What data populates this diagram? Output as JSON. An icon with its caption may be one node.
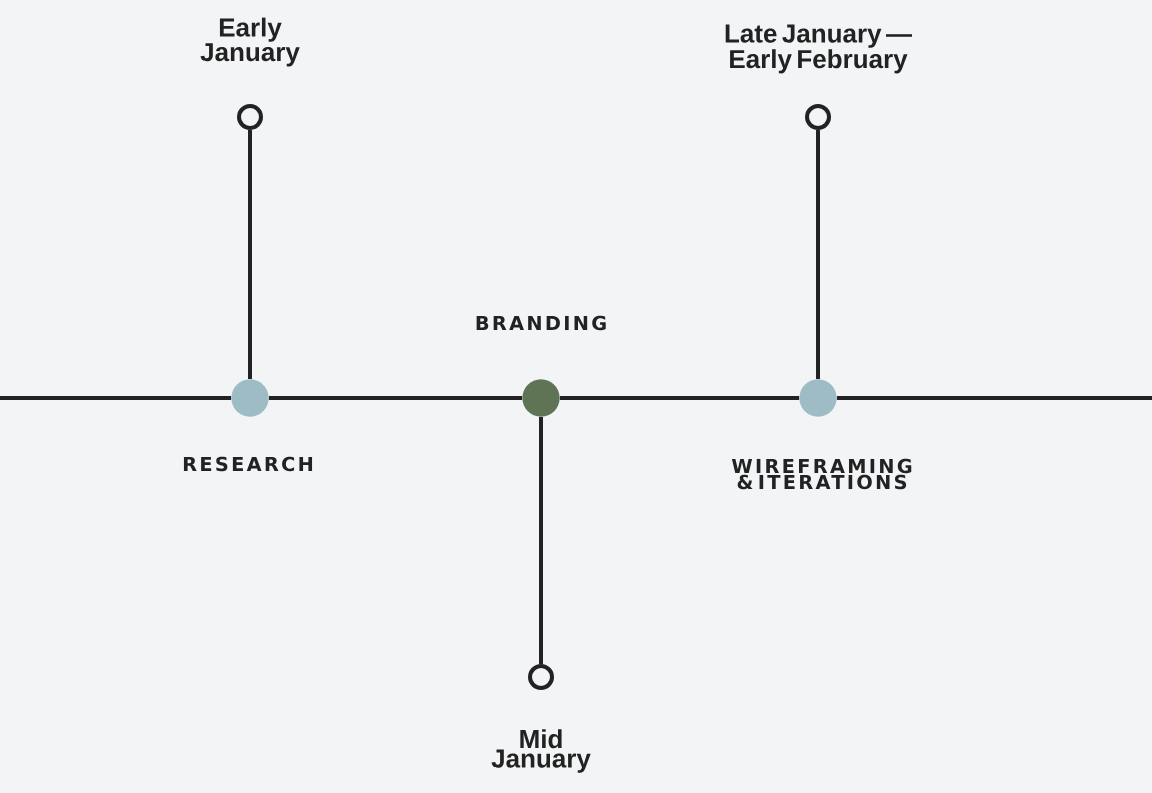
{
  "diagram": {
    "nodes": [
      {
        "text": [],
        "shape": "circle",
        "beside": [
          "Early January"
        ]
      },
      {
        "text": [],
        "shape": "circle",
        "beside": [
          "RESEARCH"
        ]
      },
      {
        "text": [],
        "shape": "circle",
        "beside": [
          "BRANDING"
        ]
      },
      {
        "text": [],
        "shape": "circle",
        "beside": [
          "Mid January"
        ]
      },
      {
        "text": [],
        "shape": "circle",
        "beside": [
          "Late January — Early February"
        ]
      },
      {
        "text": [],
        "shape": "circle",
        "beside": [
          "WIREFRAMING & ITERATIONS"
        ]
      }
    ],
    "edges": [
      {
        "from": 0,
        "to": 1,
        "arrow": "none"
      },
      {
        "from": 2,
        "to": 3,
        "arrow": "none"
      },
      {
        "from": 4,
        "to": 5,
        "arrow": "none"
      },
      {
        "from": null,
        "to": 1,
        "arrow": "none"
      },
      {
        "from": 1,
        "to": 2,
        "arrow": "none"
      },
      {
        "from": 2,
        "to": 5,
        "arrow": "none"
      },
      {
        "from": 5,
        "to": null,
        "arrow": "none"
      }
    ]
  }
}
